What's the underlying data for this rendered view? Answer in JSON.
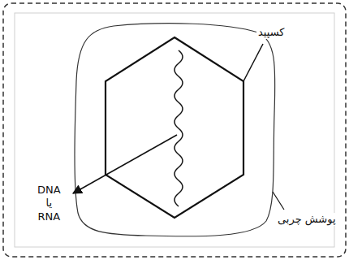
{
  "diagram": {
    "labels": [
      "کسپید",
      "DNA یا RNA",
      "پوشش چربی"
    ]
  }
}
